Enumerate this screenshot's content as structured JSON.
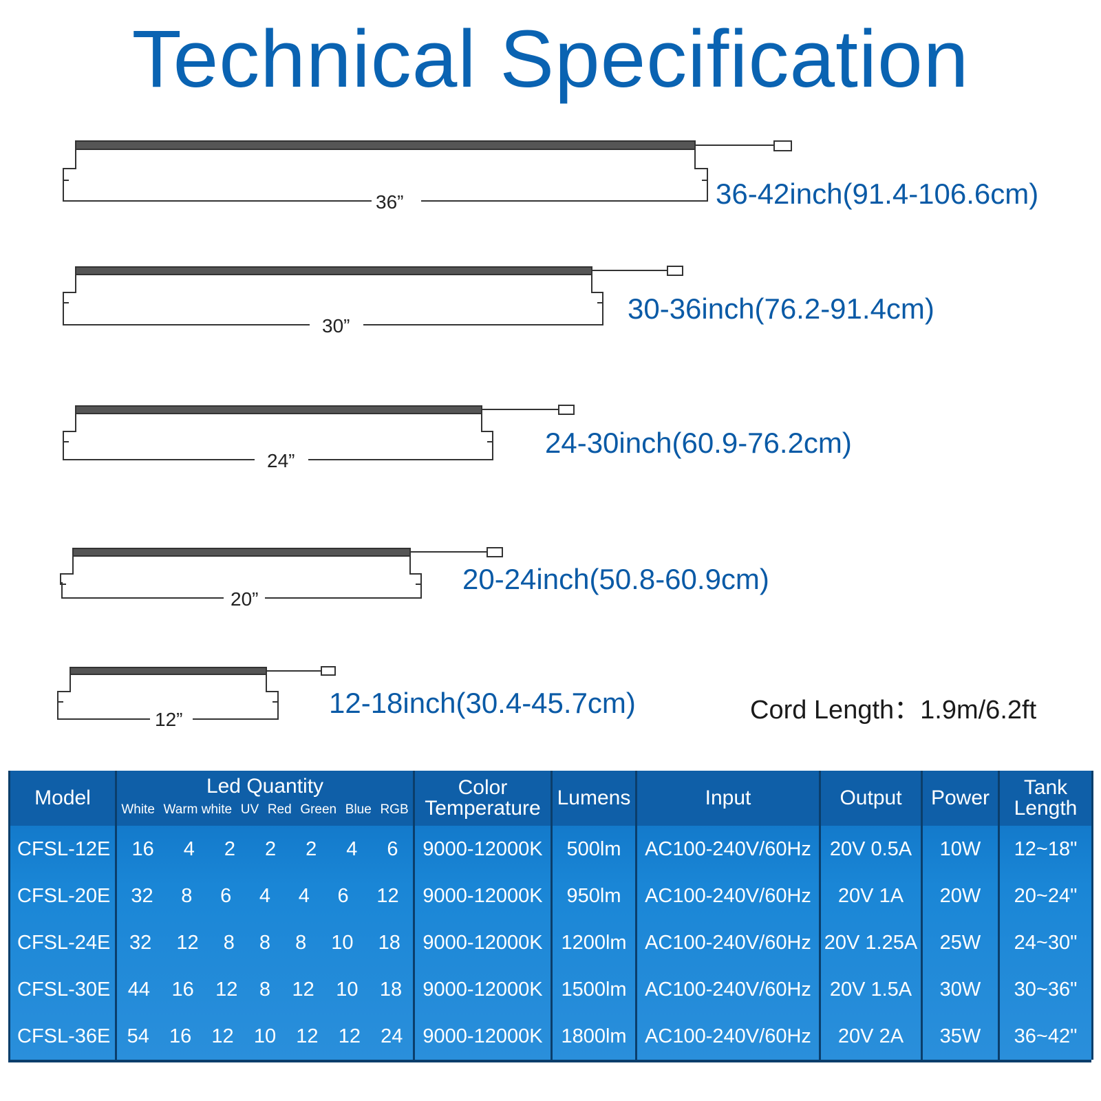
{
  "title": "Technical Specification",
  "lights": [
    {
      "dim": "36”",
      "range": "36-42inch(91.4-106.6cm)"
    },
    {
      "dim": "30”",
      "range": "30-36inch(76.2-91.4cm)"
    },
    {
      "dim": "24”",
      "range": "24-30inch(60.9-76.2cm)"
    },
    {
      "dim": "20”",
      "range": "20-24inch(50.8-60.9cm)"
    },
    {
      "dim": "12”",
      "range": "12-18inch(30.4-45.7cm)"
    }
  ],
  "cord_length": "Cord Length：1.9m/6.2ft",
  "table": {
    "headers": {
      "model": "Model",
      "led_quantity": "Led Quantity",
      "led_sub": [
        "White",
        "Warm white",
        "UV",
        "Red",
        "Green",
        "Blue",
        "RGB"
      ],
      "color_temp": "Color Temperature",
      "lumens": "Lumens",
      "input": "Input",
      "output": "Output",
      "power": "Power",
      "tank": "Tank Length"
    },
    "rows": [
      {
        "model": "CFSL-12E",
        "led": [
          "16",
          "4",
          "2",
          "2",
          "2",
          "4",
          "6"
        ],
        "color_temp": "9000-12000K",
        "lumens": "500lm",
        "input": "AC100-240V/60Hz",
        "output": "20V 0.5A",
        "power": "10W",
        "tank": "12~18\""
      },
      {
        "model": "CFSL-20E",
        "led": [
          "32",
          "8",
          "6",
          "4",
          "4",
          "6",
          "12"
        ],
        "color_temp": "9000-12000K",
        "lumens": "950lm",
        "input": "AC100-240V/60Hz",
        "output": "20V 1A",
        "power": "20W",
        "tank": "20~24\""
      },
      {
        "model": "CFSL-24E",
        "led": [
          "32",
          "12",
          "8",
          "8",
          "8",
          "10",
          "18"
        ],
        "color_temp": "9000-12000K",
        "lumens": "1200lm",
        "input": "AC100-240V/60Hz",
        "output": "20V 1.25A",
        "power": "25W",
        "tank": "24~30\""
      },
      {
        "model": "CFSL-30E",
        "led": [
          "44",
          "16",
          "12",
          "8",
          "12",
          "10",
          "18"
        ],
        "color_temp": "9000-12000K",
        "lumens": "1500lm",
        "input": "AC100-240V/60Hz",
        "output": "20V 1.5A",
        "power": "30W",
        "tank": "30~36\""
      },
      {
        "model": "CFSL-36E",
        "led": [
          "54",
          "16",
          "12",
          "10",
          "12",
          "12",
          "24"
        ],
        "color_temp": "9000-12000K",
        "lumens": "1800lm",
        "input": "AC100-240V/60Hz",
        "output": "20V 2A",
        "power": "35W",
        "tank": "36~42\""
      }
    ]
  }
}
